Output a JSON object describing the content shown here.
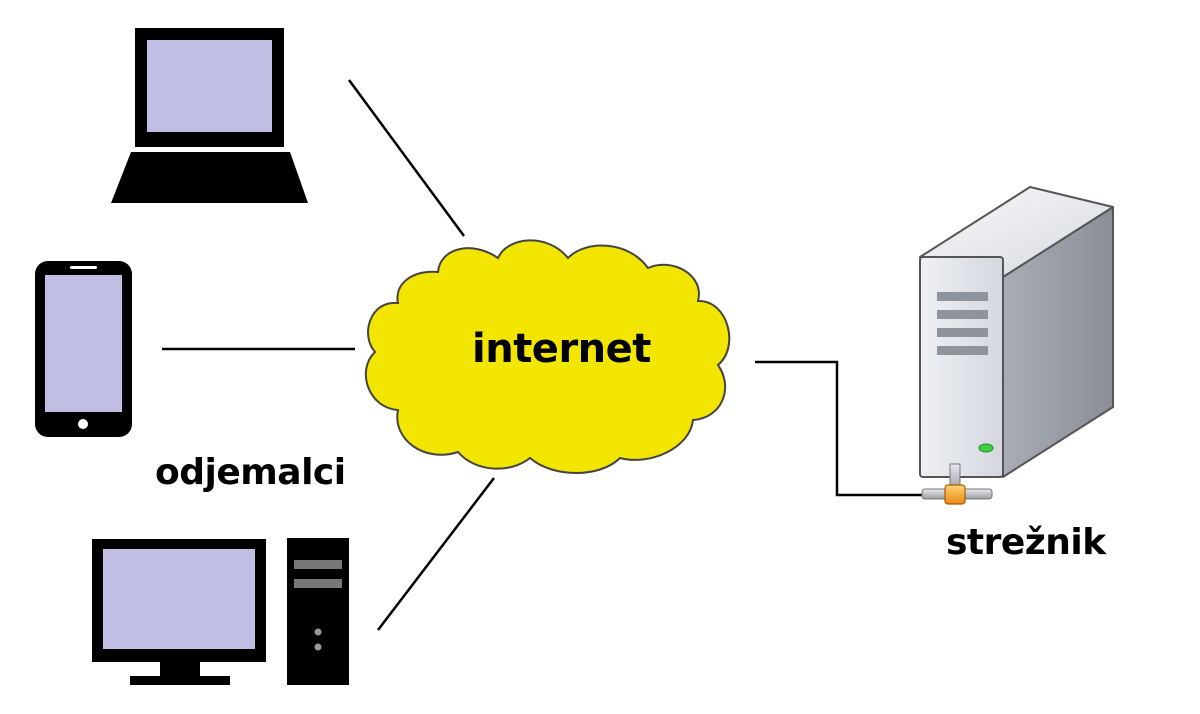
{
  "labels": {
    "cloud": "internet",
    "clients": "odjemalci",
    "server": "strežnik"
  },
  "icons": {
    "laptop": "laptop-icon",
    "phone": "smartphone-icon",
    "desktop": "desktop-computer-icon",
    "server": "server-tower-icon",
    "cloud": "cloud-icon",
    "network_port": "network-connector-icon"
  },
  "colors": {
    "screen": "#c0bee2",
    "cloud_fill": "#f2e600",
    "device_body": "#000000",
    "connector": "#f0a020",
    "server_led": "#3fcf3f"
  }
}
